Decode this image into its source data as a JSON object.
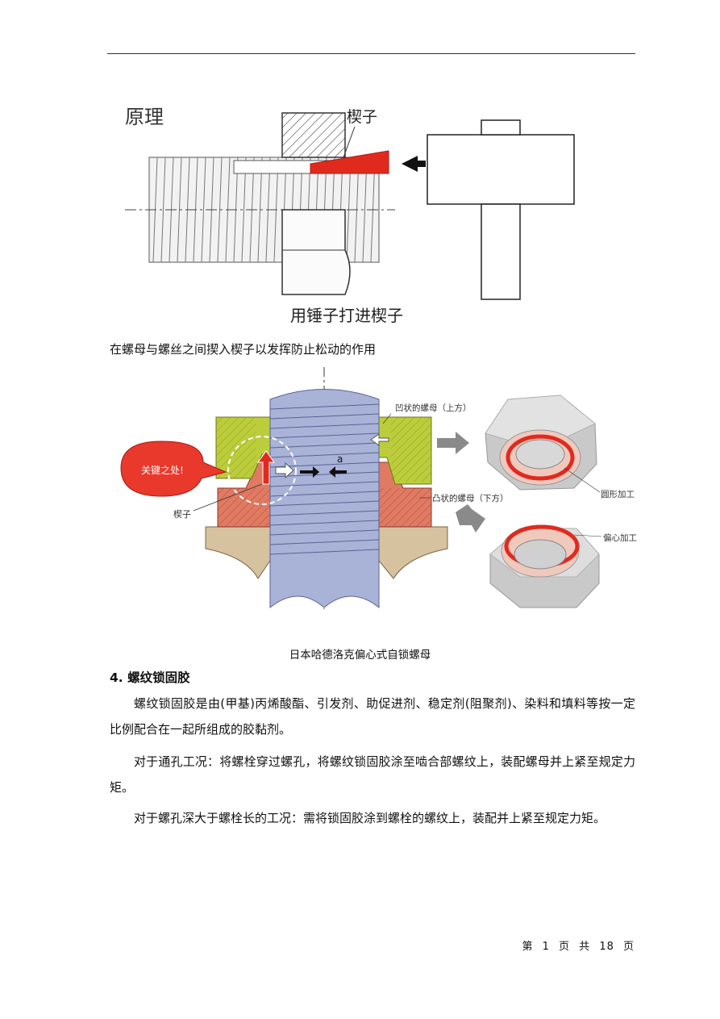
{
  "figure1": {
    "title_text": "原理",
    "wedge_label": "楔子",
    "bottom_label": "用锤子打进楔子"
  },
  "caption1": "在螺母与螺丝之间揳入楔子以发挥防止松动的作用",
  "figure2": {
    "upper_nut_label": "凹状的螺母（上方）",
    "lower_nut_label": "凸状的螺母（下方）",
    "key_point_label": "关键之处!",
    "wedge_label": "楔子",
    "gap_label": "a",
    "round_processing_label": "圆形加工",
    "eccentric_processing_label": "偏心加工"
  },
  "caption2": "日本哈德洛克偏心式自锁螺母",
  "section": {
    "heading": "4.  螺纹锁固胶",
    "paragraphs": [
      "螺纹锁固胶是由(甲基)丙烯酸酯、引发剂、助促进剂、稳定剂(阻聚剂)、染料和填料等按一定比例配合在一起所组成的胶黏剂。",
      "对于通孔工况：将螺栓穿过螺孔，将螺纹锁固胶涂至啮合部螺纹上，装配螺母并上紧至规定力矩。",
      "对于螺孔深大于螺栓长的工况：需将锁固胶涂到螺栓的螺纹上，装配并上紧至规定力矩。"
    ]
  },
  "footer": {
    "text": "第 1 页  共 18 页"
  },
  "colors": {
    "wedge_red": "#e12a1e",
    "upper_nut_green": "#bccd3c",
    "lower_nut_salmon": "#e07a63",
    "bolt_blue": "#a9b3d8",
    "washer_tan": "#d7c2a0",
    "key_bubble_red": "#e8392c"
  }
}
